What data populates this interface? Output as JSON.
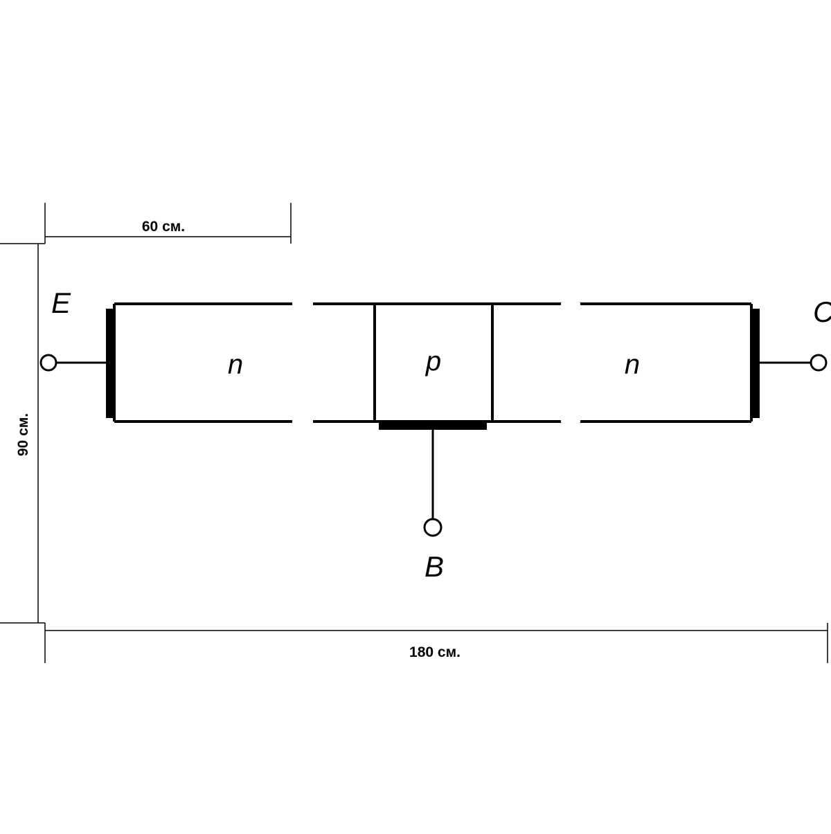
{
  "dimensions": {
    "panel_width": "60 см.",
    "total_width": "180 см.",
    "height": "90 см."
  },
  "regions": {
    "emitter_region": "n",
    "base_region": "p",
    "collector_region": "n"
  },
  "terminals": {
    "emitter": "E",
    "base": "B",
    "collector": "C"
  },
  "colors": {
    "background": "#ffffff",
    "line": "#000000",
    "panel_gap": "#ffffff"
  }
}
